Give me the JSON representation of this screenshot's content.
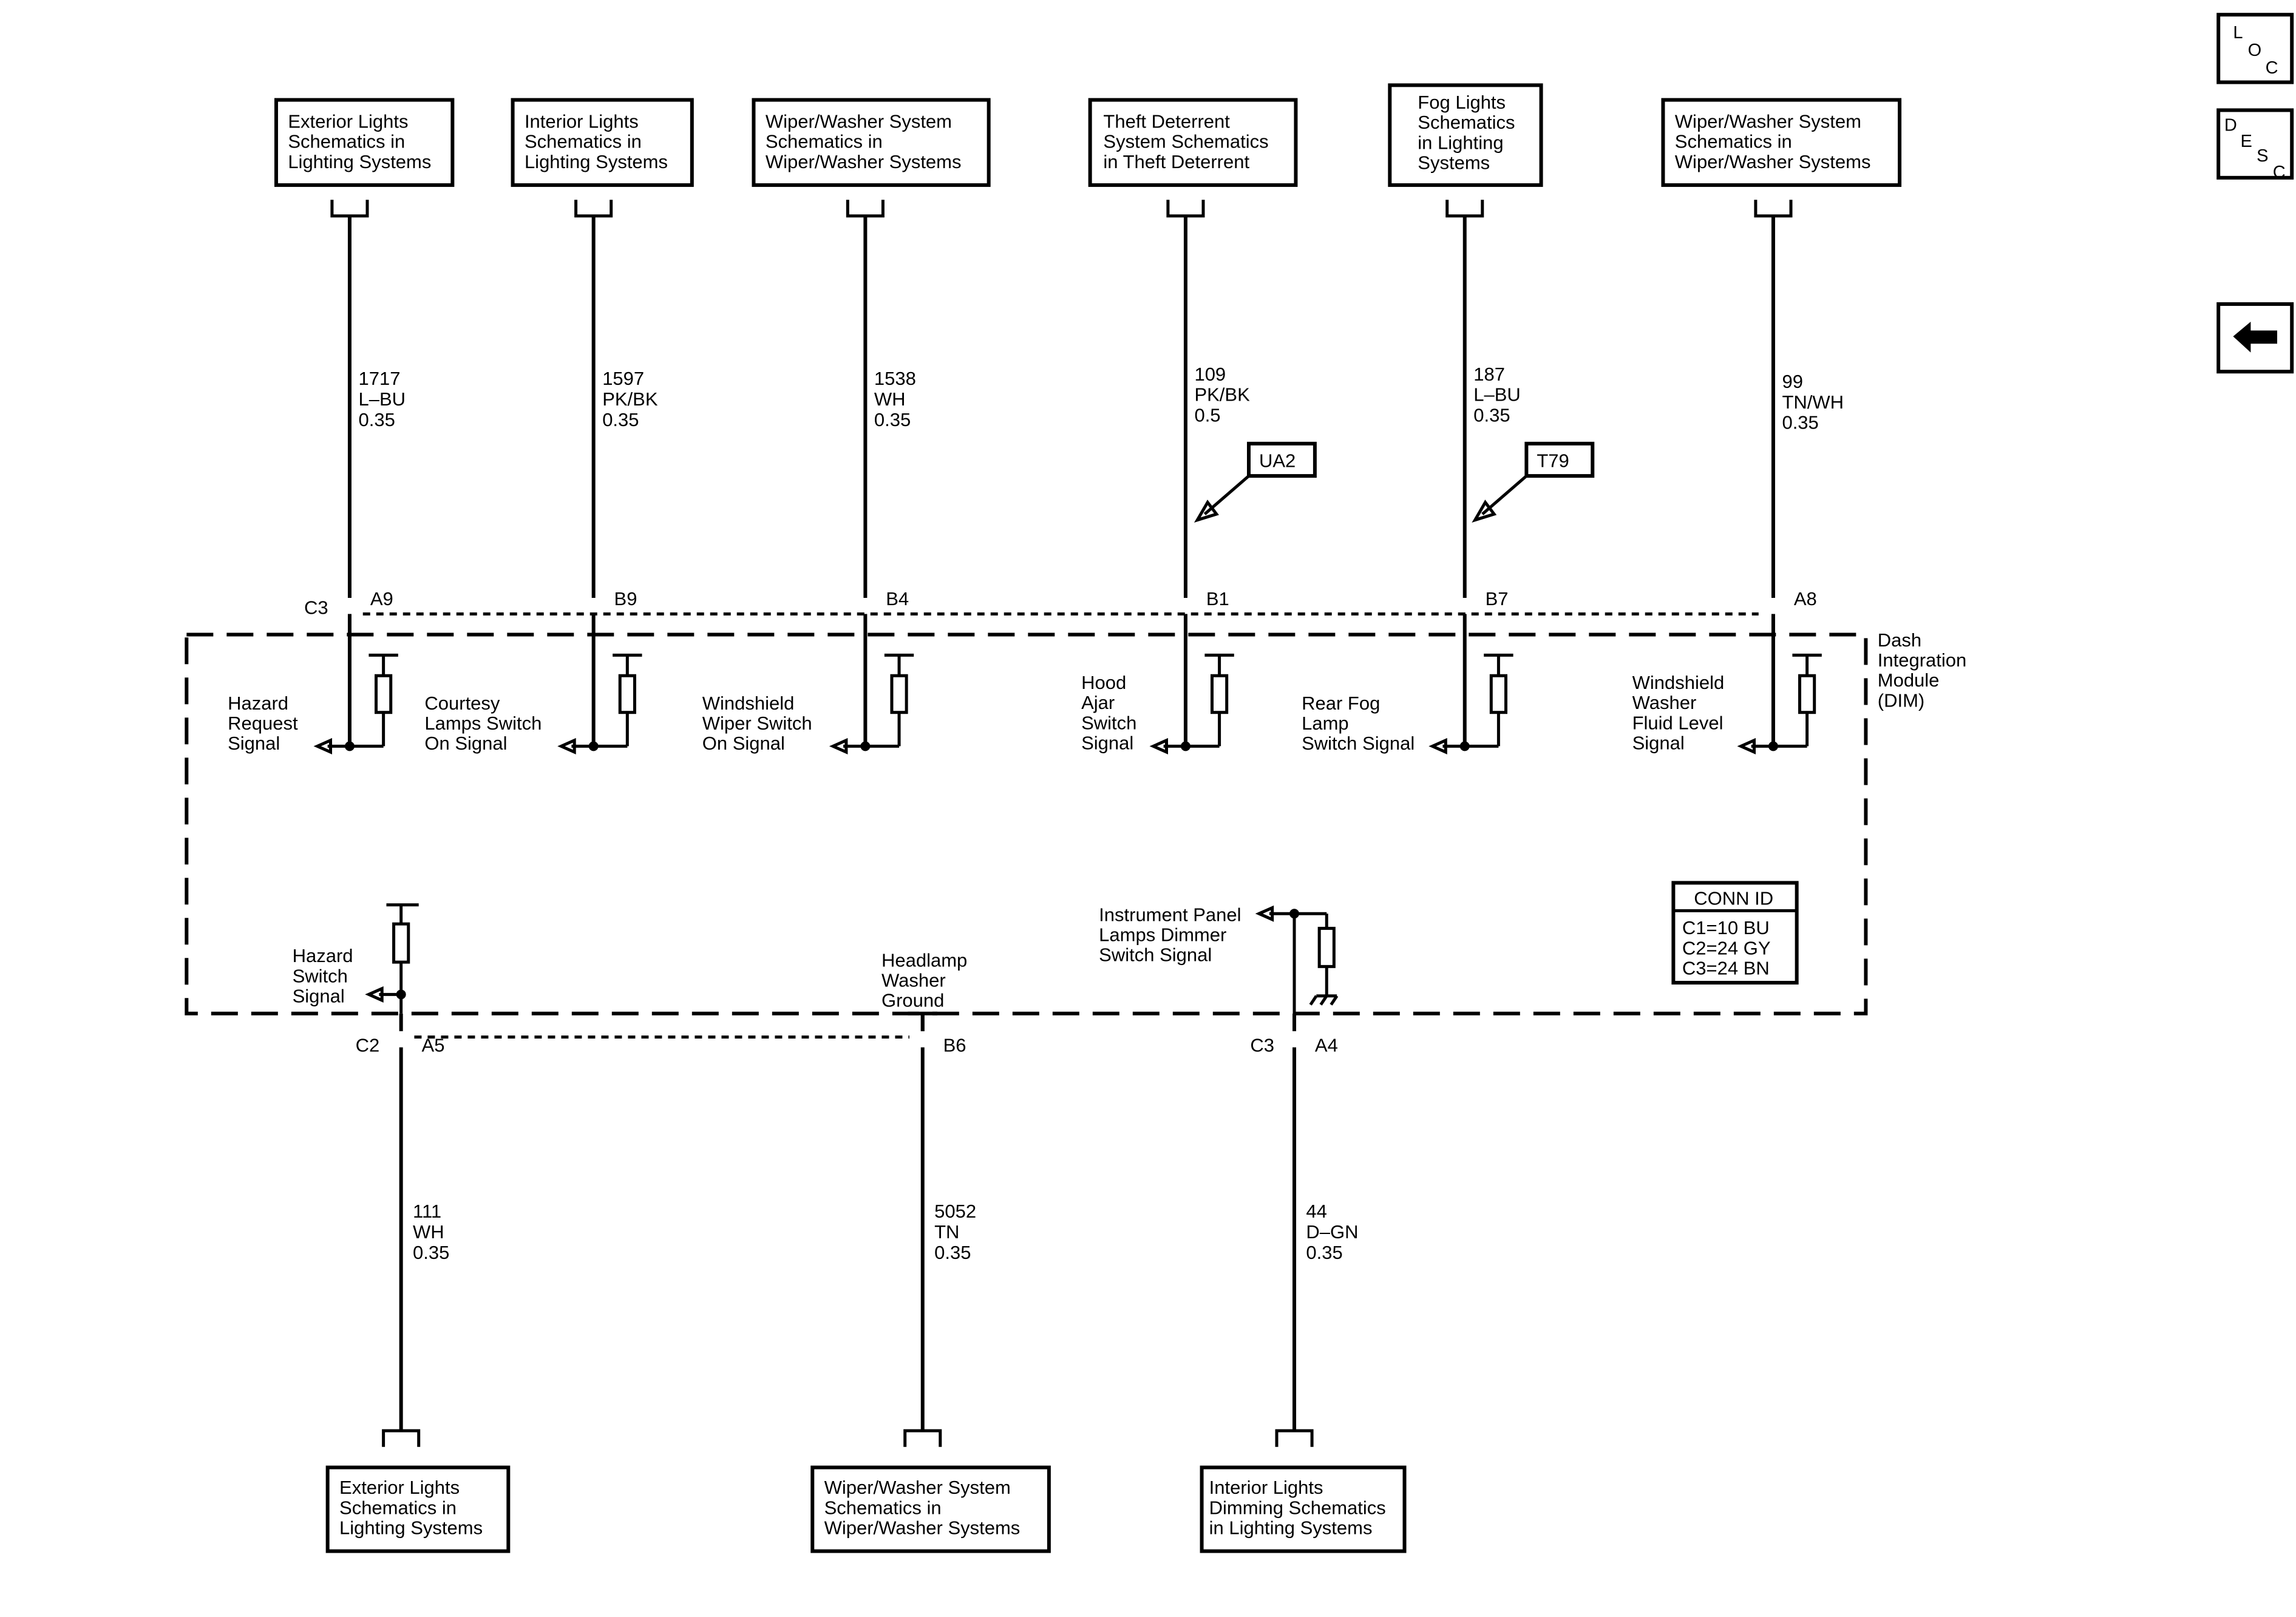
{
  "nav": {
    "loc_letters": [
      "L",
      "O",
      "C"
    ],
    "desc_letters": [
      "D",
      "E",
      "S",
      "C"
    ],
    "back_icon": "left-arrow-icon"
  },
  "top_targets": [
    {
      "lines": [
        "Exterior Lights",
        "Schematics in",
        "Lighting Systems"
      ]
    },
    {
      "lines": [
        "Interior Lights",
        "Schematics in",
        "Lighting Systems"
      ]
    },
    {
      "lines": [
        "Wiper/Washer System",
        "Schematics in",
        "Wiper/Washer Systems"
      ]
    },
    {
      "lines": [
        "Theft Deterrent",
        "System Schematics",
        "in Theft Deterrent"
      ]
    },
    {
      "lines": [
        "Fog Lights",
        "Schematics",
        "in Lighting",
        "Systems"
      ]
    },
    {
      "lines": [
        "Wiper/Washer System",
        "Schematics in",
        "Wiper/Washer Systems"
      ]
    }
  ],
  "top_wires": [
    {
      "circuit": "1717",
      "color": "L–BU",
      "gauge": "0.35",
      "pin": "A9",
      "connector": "C3"
    },
    {
      "circuit": "1597",
      "color": "PK/BK",
      "gauge": "0.35",
      "pin": "B9"
    },
    {
      "circuit": "1538",
      "color": "WH",
      "gauge": "0.35",
      "pin": "B4"
    },
    {
      "circuit": "109",
      "color": "PK/BK",
      "gauge": "0.5",
      "pin": "B1",
      "option": "UA2"
    },
    {
      "circuit": "187",
      "color": "L–BU",
      "gauge": "0.35",
      "pin": "B7",
      "option": "T79"
    },
    {
      "circuit": "99",
      "color": "TN/WH",
      "gauge": "0.35",
      "pin": "A8"
    }
  ],
  "module": {
    "name_lines": [
      "Dash",
      "Integration",
      "Module",
      "(DIM)"
    ],
    "signals_top": [
      [
        "Hazard",
        "Request",
        "Signal"
      ],
      [
        "Courtesy",
        "Lamps Switch",
        "On Signal"
      ],
      [
        "Windshield",
        "Wiper Switch",
        "On Signal"
      ],
      [
        "Hood",
        "Ajar",
        "Switch",
        "Signal"
      ],
      [
        "Rear Fog",
        "Lamp",
        "Switch Signal"
      ],
      [
        "Windshield",
        "Washer",
        "Fluid Level",
        "Signal"
      ]
    ],
    "signals_bottom": [
      [
        "Hazard",
        "Switch",
        "Signal"
      ],
      [
        "Headlamp",
        "Washer",
        "Ground"
      ],
      [
        "Instrument Panel",
        "Lamps Dimmer",
        "Switch Signal"
      ]
    ],
    "conn_id": {
      "title": "CONN ID",
      "lines": [
        "C1=10 BU",
        "C2=24 GY",
        "C3=24 BN"
      ]
    }
  },
  "bottom_wires": [
    {
      "circuit": "111",
      "color": "WH",
      "gauge": "0.35",
      "pin": "A5",
      "connector": "C2"
    },
    {
      "circuit": "5052",
      "color": "TN",
      "gauge": "0.35",
      "pin": "B6"
    },
    {
      "circuit": "44",
      "color": "D–GN",
      "gauge": "0.35",
      "pin": "A4",
      "connector": "C3"
    }
  ],
  "bottom_targets": [
    {
      "lines": [
        "Exterior Lights",
        "Schematics in",
        "Lighting Systems"
      ]
    },
    {
      "lines": [
        "Wiper/Washer System",
        "Schematics in",
        "Wiper/Washer Systems"
      ]
    },
    {
      "lines": [
        "Interior Lights",
        "Dimming Schematics",
        "in Lighting Systems"
      ]
    }
  ]
}
